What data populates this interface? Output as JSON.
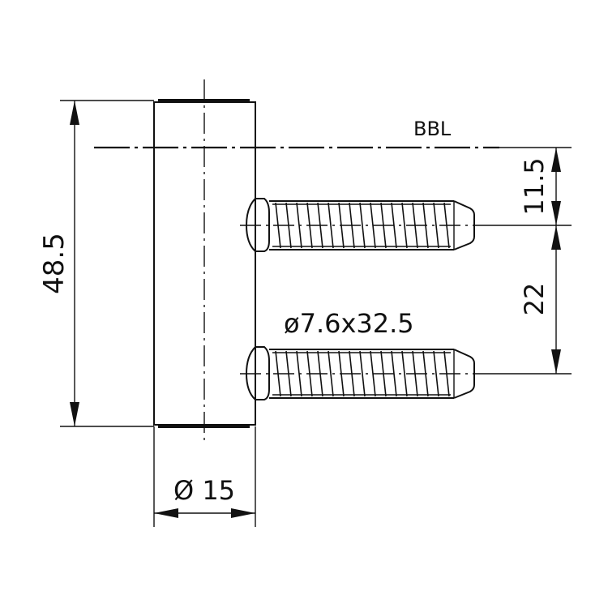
{
  "labels": {
    "bbl": "BBL",
    "height_total": "48.5",
    "offset_top": "11.5",
    "pin_spacing": "22",
    "pin_spec": "ø7.6x32.5",
    "barrel_diameter": "Ø 15"
  }
}
